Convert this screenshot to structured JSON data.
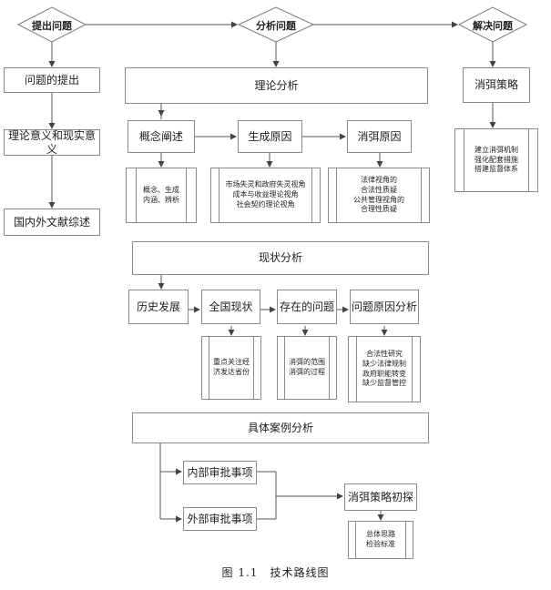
{
  "top": {
    "raise": "提出问题",
    "analyze": "分析问题",
    "solve": "解决问题"
  },
  "left": {
    "item1": "问题的提出",
    "item2": "理论意义和现实意义",
    "item3": "国内外文献综述"
  },
  "theory": {
    "title": "理论分析",
    "concept": {
      "label": "概念阐述",
      "details": [
        "概念、生成",
        "内涵、辨析"
      ]
    },
    "cause": {
      "label": "生成原因",
      "details": [
        "市场失灵和政府失灵视角",
        "成本与收益理论视角",
        "社会契约理论视角"
      ]
    },
    "elimination": {
      "label": "消弭原因",
      "details": [
        "法律视角的",
        "合法性质疑",
        "公共管理视角的",
        "合理性质疑"
      ]
    }
  },
  "status": {
    "title": "现状分析",
    "history": "历史发展",
    "national": {
      "label": "全国现状",
      "details": [
        "重点关注经",
        "济发达省份"
      ]
    },
    "problems": {
      "label": "存在的问题",
      "details": [
        "消弭的范围",
        "消弭的过程"
      ]
    },
    "causes": {
      "label": "问题原因分析",
      "details": [
        "合法性研究",
        "缺少法律规制",
        "政府职能转变",
        "缺少监督管控"
      ]
    }
  },
  "cases": {
    "title": "具体案例分析",
    "internal": "内部审批事项",
    "external": "外部审批事项",
    "strategy": {
      "label": "消弭策略初探",
      "details": [
        "总体思路",
        "检验标准"
      ]
    }
  },
  "solution": {
    "label": "消弭策略",
    "details": [
      "建立消弭机制",
      "强化配套措施",
      "搭建监督体系"
    ]
  },
  "caption": "图 1.1　技术路线图"
}
